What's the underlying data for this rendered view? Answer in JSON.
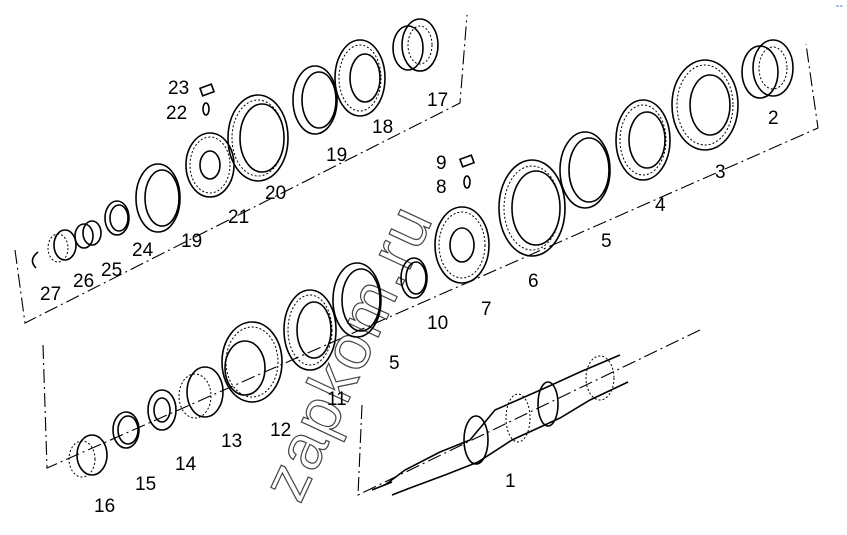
{
  "watermark": "zapkom.ru",
  "corner_mark": "--",
  "callouts": [
    "1",
    "2",
    "3",
    "4",
    "5",
    "5",
    "6",
    "7",
    "8",
    "9",
    "10",
    "11",
    "12",
    "13",
    "14",
    "15",
    "16",
    "17",
    "18",
    "19",
    "19",
    "20",
    "21",
    "22",
    "23",
    "24",
    "25",
    "26",
    "27"
  ]
}
